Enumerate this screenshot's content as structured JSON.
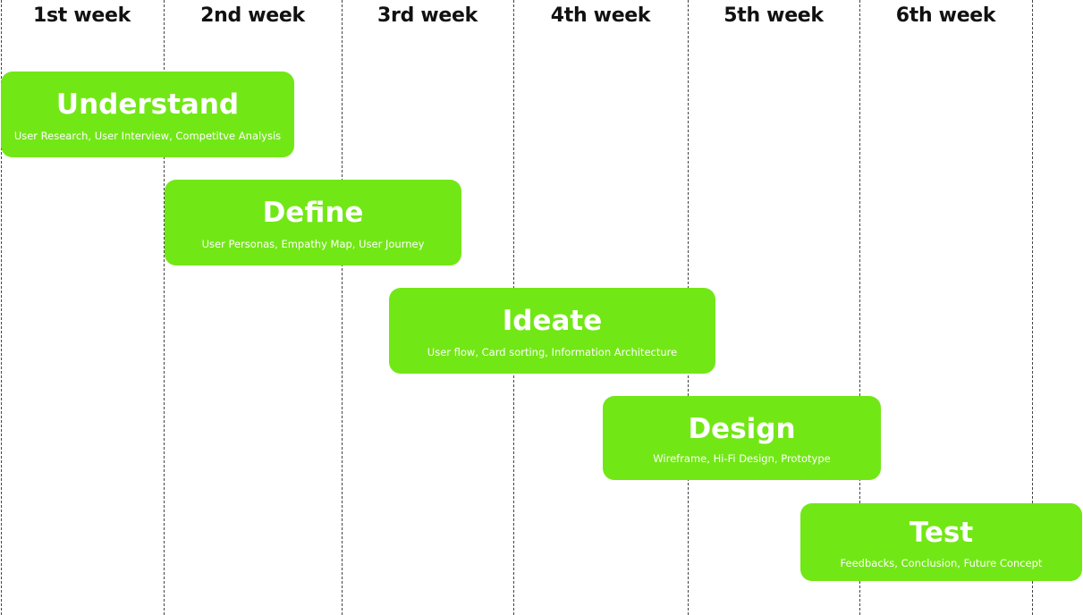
{
  "accent_color": "#72e716",
  "weeks": [
    "1st week",
    "2nd week",
    "3rd week",
    "4th week",
    "5th week",
    "6th week"
  ],
  "phases": [
    {
      "title": "Understand",
      "activities": "User Research, User Interview, Competitve Analysis"
    },
    {
      "title": "Define",
      "activities": "User Personas, Empathy Map, User Journey"
    },
    {
      "title": "Ideate",
      "activities": "User flow, Card sorting, Information Architecture"
    },
    {
      "title": "Design",
      "activities": "Wireframe, Hi-Fi Design, Prototype"
    },
    {
      "title": "Test",
      "activities": "Feedbacks, Conclusion, Future Concept"
    }
  ]
}
